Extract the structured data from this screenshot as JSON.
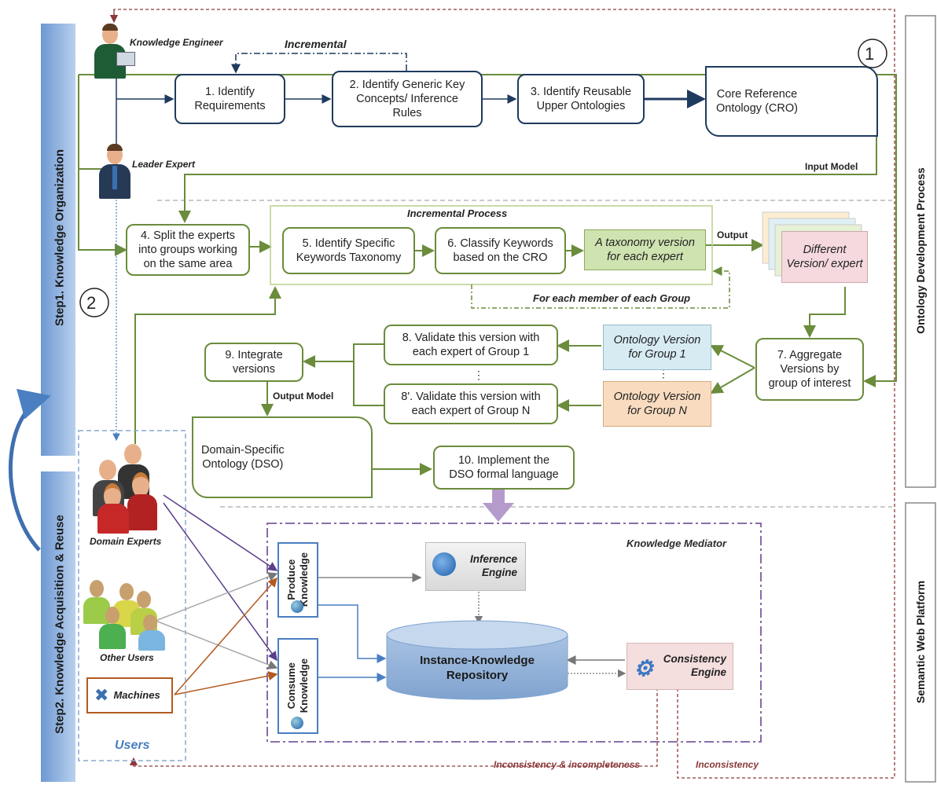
{
  "numbers": {
    "one": "1",
    "two": "2"
  },
  "steps": {
    "step1": "Step1. Knowledge Organization",
    "step2": "Step2. Knowledge Acquisition & Reuse"
  },
  "right_panels": {
    "ontology_dev": "Ontology Development Process",
    "semantic_web": "Semantic Web Platform"
  },
  "actors": {
    "knowledge_engineer": "Knowledge Engineer",
    "leader_expert": "Leader Expert",
    "domain_experts": "Domain Experts",
    "other_users": "Other Users",
    "machines": "Machines",
    "users": "Users"
  },
  "flow_labels": {
    "incremental": "Incremental",
    "input_model": "Input Model",
    "incremental_process": "Incremental Process",
    "output": "Output",
    "for_each_member": "For each member of each Group",
    "output_model": "Output Model",
    "knowledge_mediator": "Knowledge Mediator",
    "inconsistency_incompleteness": "Inconsistency & incompleteness",
    "inconsistency": "Inconsistency"
  },
  "process_boxes": {
    "b1": "1. Identify\nRequirements",
    "b2": "2. Identify Generic Key\nConcepts/ Inference\nRules",
    "b3": "3. Identify Reusable\nUpper Ontologies",
    "cro": "Core Reference\nOntology (CRO)",
    "b4": "4. Split the experts\ninto groups working\non the same area",
    "b5": "5. Identify Specific\nKeywords Taxonomy",
    "b6": "6. Classify Keywords\nbased on the CRO",
    "taxonomy": "A taxonomy version\nfor each expert",
    "different_version": "Different\nVersion/ expert",
    "b7": "7. Aggregate\nVersions by\ngroup of interest",
    "ontology_v1": "Ontology Version\nfor Group 1",
    "ontology_vn": "Ontology Version\nfor Group N",
    "b8": "8. Validate this version with\neach expert of Group 1",
    "b8n": "8'. Validate this version with\neach expert of Group N",
    "b9": "9. Integrate\nversions",
    "dso": "Domain-Specific\nOntology (DSO)",
    "b10": "10. Implement the\nDSO formal language"
  },
  "mediator": {
    "produce": "Produce\nKnowledge",
    "consume": "Consume\nKnowledge",
    "inference": "Inference\nEngine",
    "repository": "Instance-Knowledge\nRepository",
    "consistency": "Consistency\nEngine"
  },
  "colors": {
    "navy": "#1f3a5f",
    "green": "#6a8c3b",
    "step_blue": "#7ea6d8",
    "dashed_red": "#8b3a3a",
    "purple": "#7b5a9e"
  }
}
